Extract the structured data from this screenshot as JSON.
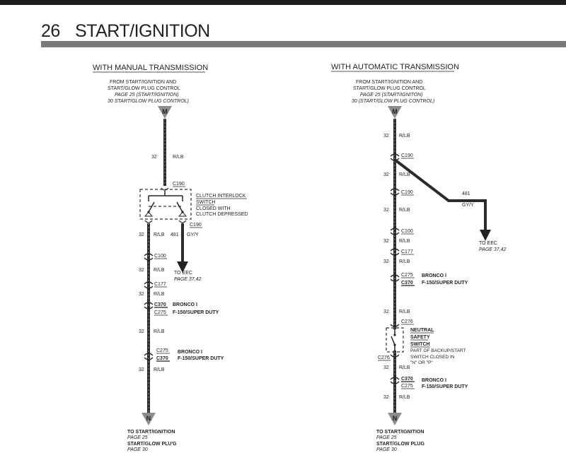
{
  "page": {
    "number": "26",
    "title": "START/IGNITION"
  },
  "manual": {
    "heading": "WITH MANUAL TRANSMISSION",
    "from_line1": "FROM START/IGNITION AND",
    "from_line2": "START/GLOW PLUG CONTROL",
    "from_ref1": "PAGE 25 (START/IGNITION)",
    "from_ref2": "30 START/GLOW PLUG CONTROL)",
    "top_connector": "M",
    "bottom_connector": "N",
    "wire_circuit": "32",
    "wire_color": "R/LB",
    "c190": "C190",
    "clutch_switch": {
      "line1": "CLUTCH INTERLOCK",
      "line2": "SWITCH",
      "line3": "CLOSED WITH",
      "line4": "CLUTCH DEPRESSED"
    },
    "branch_circuit": "481",
    "branch_color": "GY/Y",
    "to_eec": "TO EEC",
    "to_eec_ref": "PAGE 37,42",
    "c100": "C100",
    "c177": "C177",
    "c370": "C370",
    "c275": "C275",
    "bronco": "BRONCO I",
    "f150": "F-150/SUPER DUTY",
    "to_line1": "TO START/IGNITION",
    "to_ref1": "PAGE 25",
    "to_line2": "START/GLOW PLU'G",
    "to_ref2": "PAGE 30"
  },
  "automatic": {
    "heading": "WITH AUTOMATIC TRANSMISSION",
    "from_line1": "FROM START/IGNITION AND",
    "from_line2": "START/GLOW PLUG CONTROL",
    "from_ref1": "PAGE 25 (START/IGNITON)",
    "from_ref2": "30 (START/GLOW PLUG CONTROL)",
    "top_connector": "M",
    "bottom_connector": "N",
    "wire_circuit": "32",
    "wire_color": "R/LB",
    "c190": "C190",
    "branch_circuit": "481",
    "branch_color": "GY/Y",
    "to_eec": "TO EEC",
    "to_eec_ref": "PAGE 37,42",
    "c100": "C100",
    "c177": "C177",
    "c275": "C275",
    "c370": "C370",
    "c276": "C276",
    "bronco": "BRONCO I",
    "f150": "F-150/SUPER DUTY",
    "neutral_switch": {
      "line1": "NEUTRAL",
      "line2": "SAFETY",
      "line3": "SWITCH",
      "note1": "PART OF BACKUP/START",
      "note2": "SWITCH CLOSED IN",
      "note3": "\"N\" OR \"P\""
    },
    "to_line1": "TO START/IGNITION",
    "to_ref1": "PAGE 25",
    "to_line2": "START/GLOW PLUG",
    "to_ref2": "PAGE 30"
  }
}
